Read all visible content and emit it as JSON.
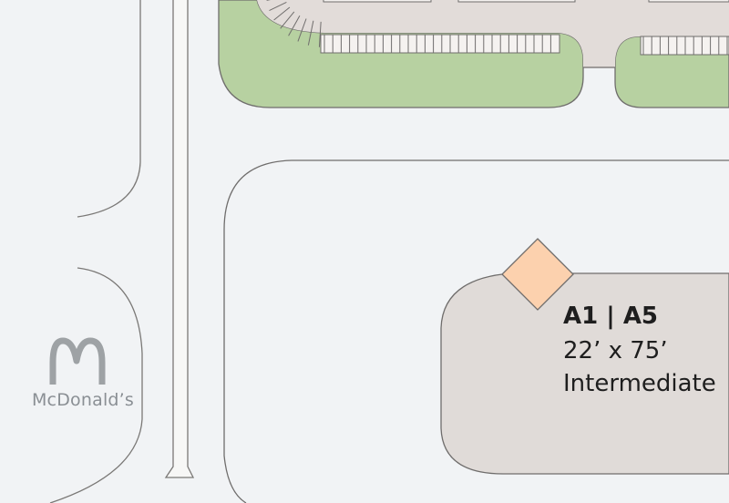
{
  "map": {
    "colors": {
      "background": "#f1f3f5",
      "green_area": "#b7d1a1",
      "parking_lot": "#e2dcd9",
      "building": "#e0dbd8",
      "anchor_marker": "#fcd1ae",
      "outline": "#6f6d6c"
    },
    "tenant_label": {
      "name": "McDonald’s",
      "logo_icon": "golden-arches-icon"
    },
    "unit": {
      "id": "A1 | A5",
      "size": "22’ x 75’",
      "type": "Intermediate",
      "marker_icon": "diamond-marker-icon"
    }
  }
}
